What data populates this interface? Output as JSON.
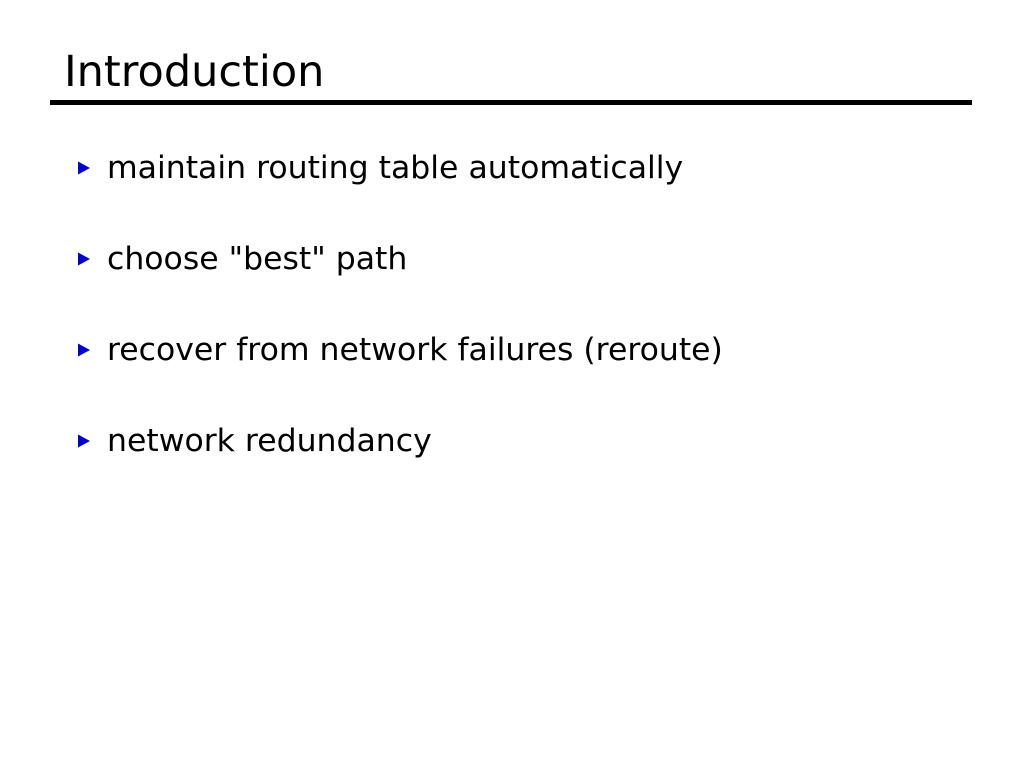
{
  "slide": {
    "title": "Introduction",
    "background_color": "#ffffff",
    "title_color": "#000000",
    "rule_color": "#000000",
    "bullet_color": "#0000cc",
    "text_color": "#000000",
    "bullet_marker_icon": "triangle-right-icon",
    "bullets": [
      {
        "text": "maintain routing table automatically"
      },
      {
        "text": "choose \"best\" path"
      },
      {
        "text": "recover from network failures (reroute)"
      },
      {
        "text": "network redundancy"
      }
    ]
  }
}
